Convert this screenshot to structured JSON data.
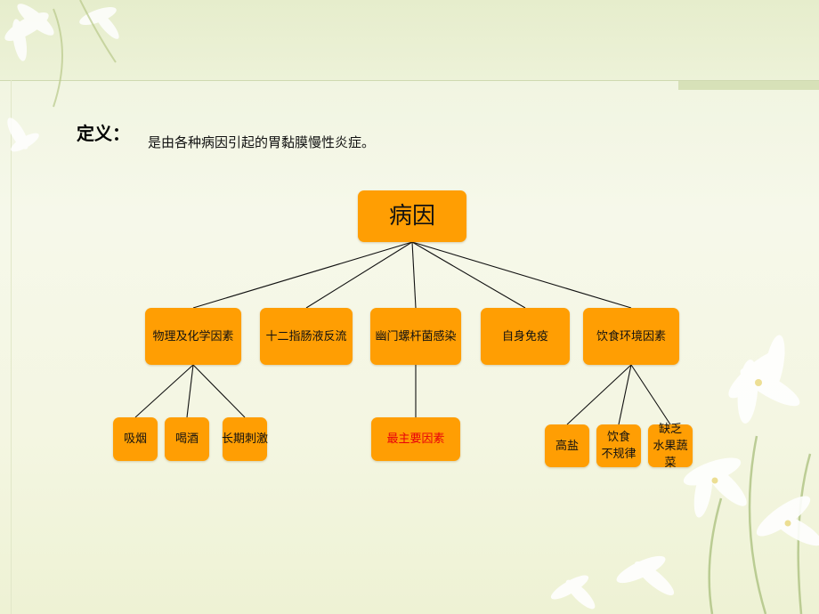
{
  "definition": {
    "label": "定义：",
    "text": "是由各种病因引起的胃黏膜慢性炎症。"
  },
  "tree": {
    "root": "病因",
    "level1": [
      "物理及化学因素",
      "十二指肠液反流",
      "幽门螺杆菌感染",
      "自身免疫",
      "饮食环境因素"
    ],
    "physical_children": [
      "吸烟",
      "喝酒",
      "长期刺激"
    ],
    "hp_child": "最主要因素",
    "diet_children": [
      "高盐",
      "饮食\n不规律",
      "缺乏\n水果蔬菜"
    ]
  },
  "colors": {
    "box_fill": "#ff9e03",
    "highlight_text": "#e8000b",
    "line": "#000000"
  },
  "icons": [
    "lily-flower-decoration"
  ]
}
